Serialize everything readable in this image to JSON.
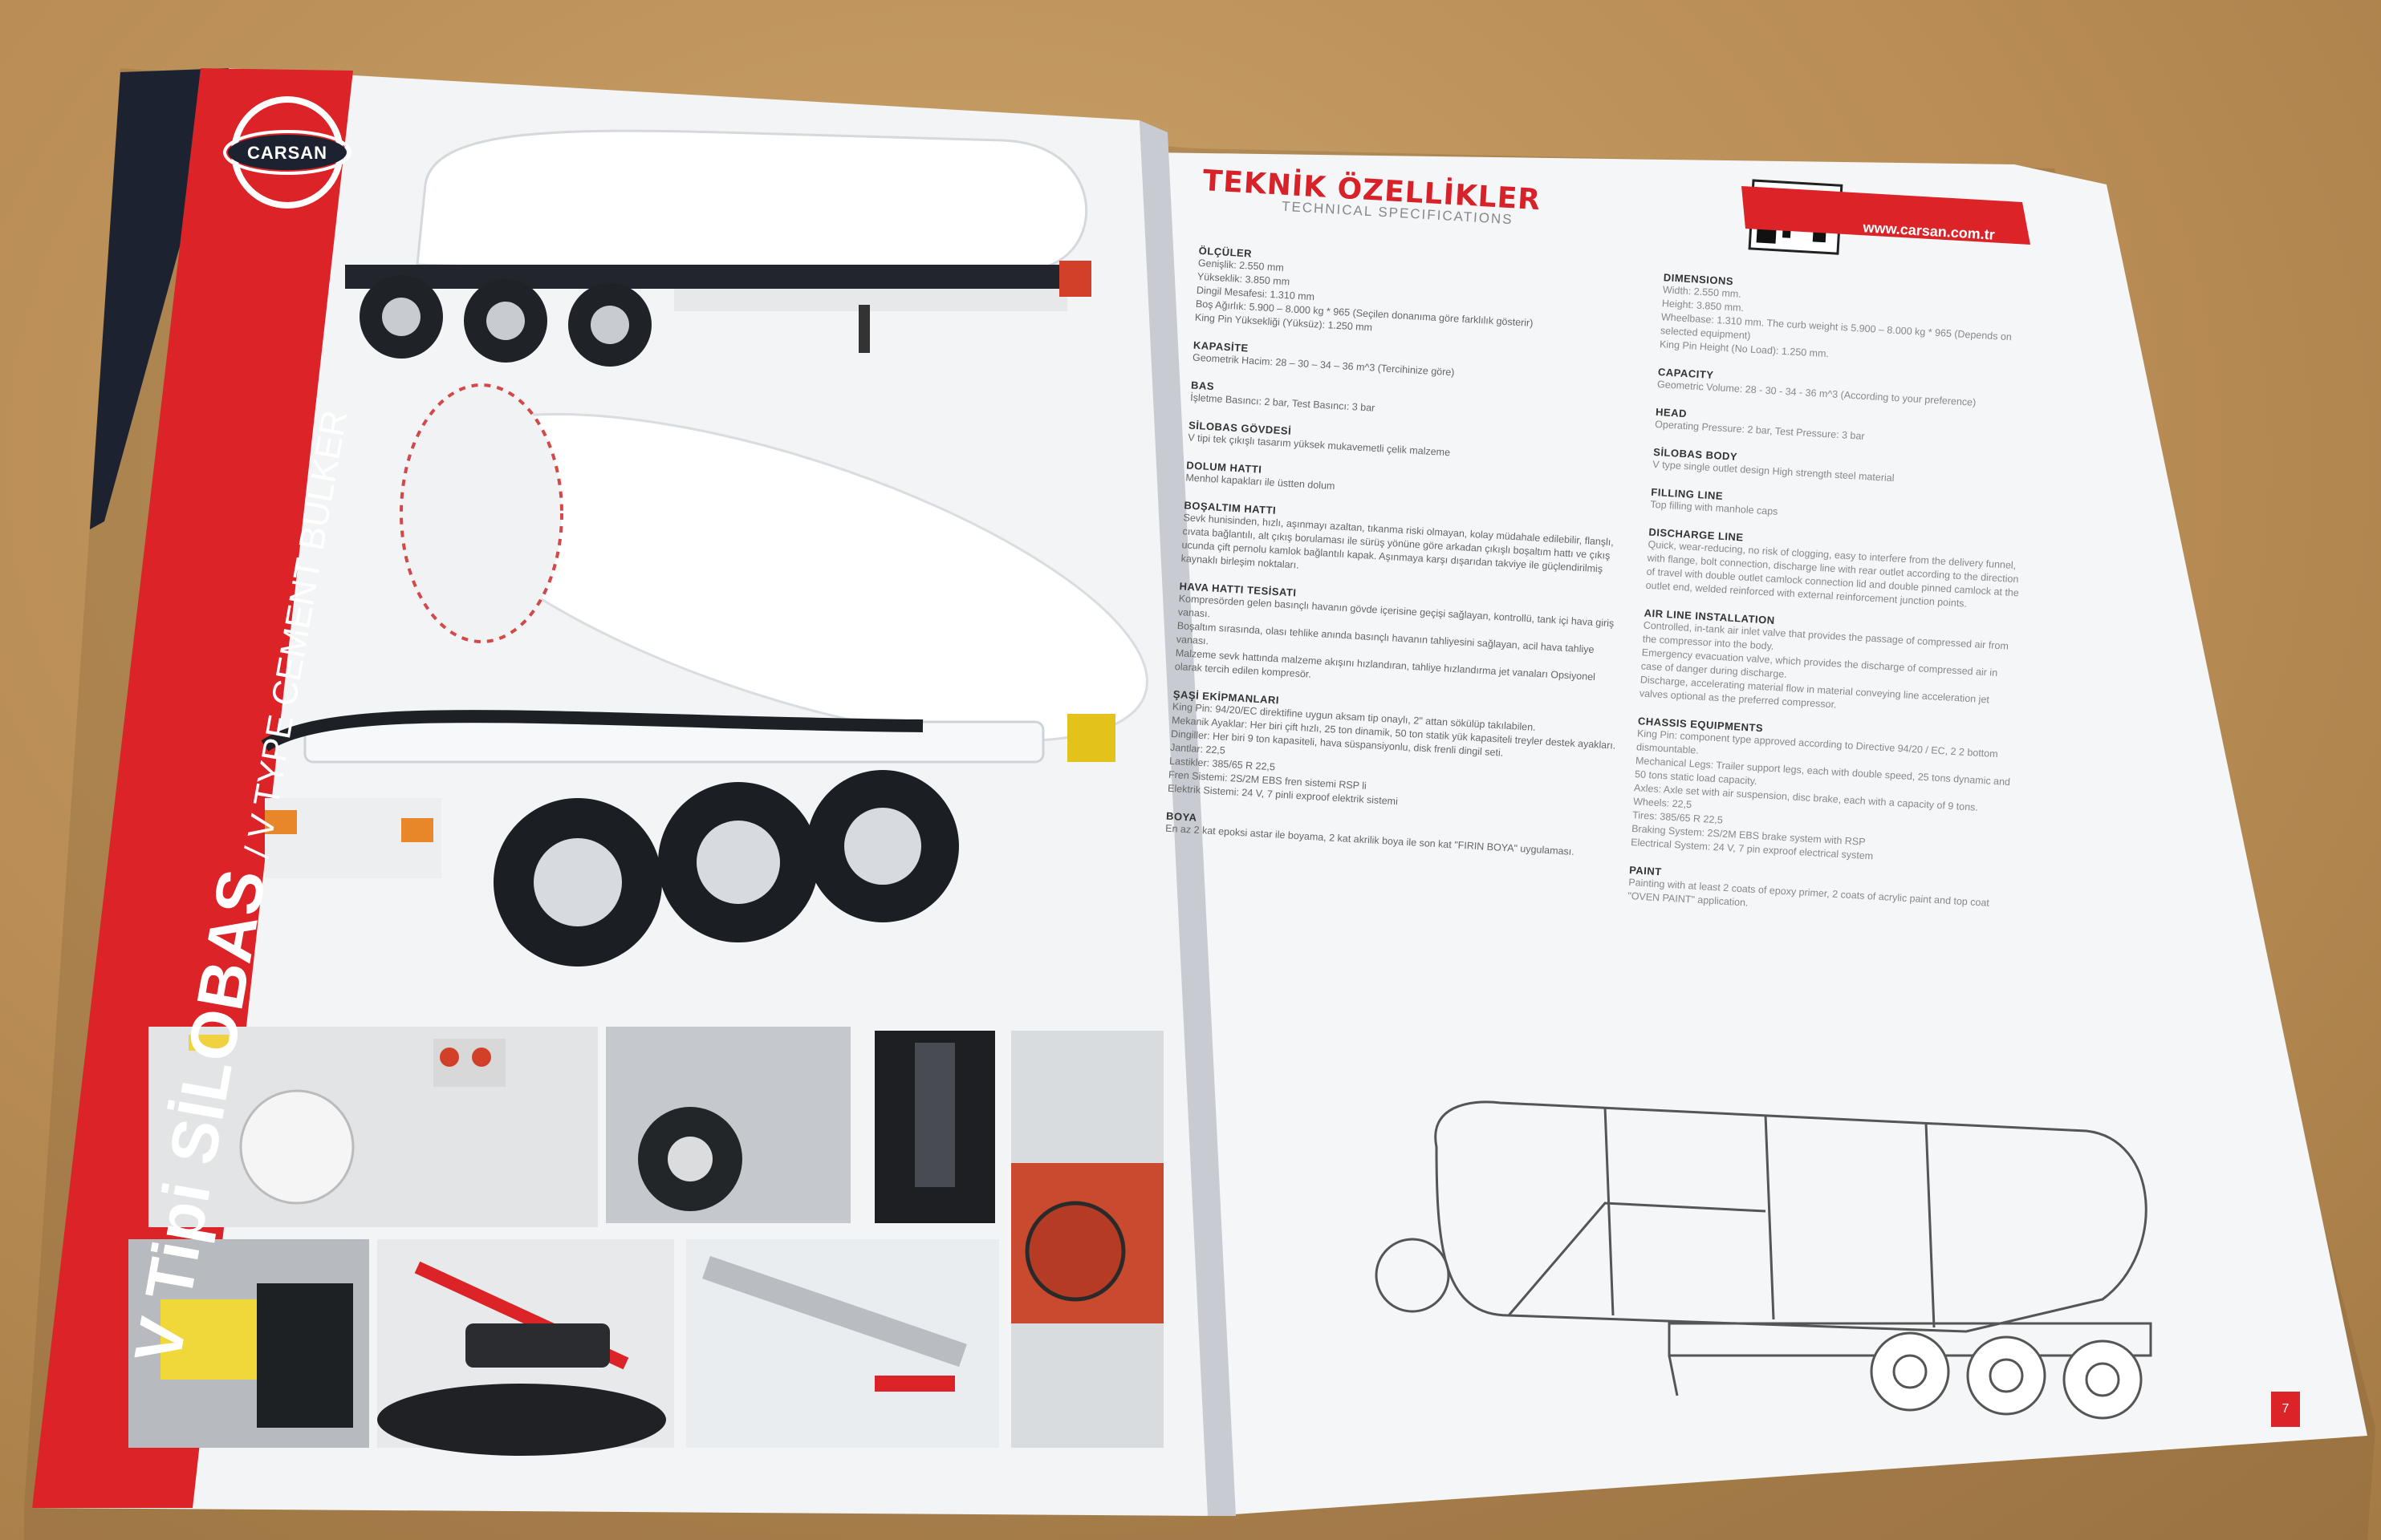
{
  "brand": {
    "logo_text": "CARSAN",
    "url": "www.carsan.com.tr",
    "accent": "#d8222a"
  },
  "left_page": {
    "title_tr": "V Tipi SİLOBAS",
    "title_en": "/ V TYPE CEMENT BULKER"
  },
  "right_page": {
    "title": "TEKNİK ÖZELLİKLER",
    "subtitle": "TECHNICAL SPECIFICATIONS",
    "page_number": "7",
    "specs_tr": [
      {
        "heading": "ÖLÇÜLER",
        "lines": [
          "Genişlik: 2.550 mm",
          "Yükseklik: 3.850 mm",
          "Dingil Mesafesi: 1.310 mm",
          "Boş Ağırlık: 5.900 – 8.000 kg * 965 (Seçilen donanıma göre farklılık gösterir)",
          "King Pin Yüksekliği (Yüksüz): 1.250 mm"
        ]
      },
      {
        "heading": "KAPASİTE",
        "lines": [
          "Geometrik Hacim: 28 – 30 – 34 – 36 m^3 (Tercihinize göre)"
        ]
      },
      {
        "heading": "BAS",
        "lines": [
          "İşletme Basıncı: 2 bar, Test Basıncı: 3 bar"
        ]
      },
      {
        "heading": "SİLOBAS GÖVDESİ",
        "lines": [
          "V tipi tek çıkışlı tasarım yüksek mukavemetli çelik malzeme"
        ]
      },
      {
        "heading": "DOLUM HATTI",
        "lines": [
          "Menhol kapakları ile üstten dolum"
        ]
      },
      {
        "heading": "BOŞALTIM HATTI",
        "lines": [
          "Sevk hunisinden, hızlı, aşınmayı azaltan, tıkanma riski olmayan, kolay müdahale edilebilir, flanşlı, cıvata bağlantılı, alt çıkış borulaması ile sürüş yönüne göre arkadan çıkışlı boşaltım hattı ve çıkış ucunda çift pernolu kamlok bağlantılı kapak. Aşınmaya karşı dışarıdan takviye ile güçlendirilmiş kaynaklı birleşim noktaları."
        ]
      },
      {
        "heading": "HAVA HATTI TESİSATI",
        "lines": [
          "Kompresörden gelen basınçlı havanın gövde içerisine geçişi sağlayan, kontrollü, tank içi hava giriş vanası.",
          "Boşaltım sırasında, olası tehlike anında basınçlı havanın tahliyesini sağlayan, acil hava tahliye vanası.",
          "Malzeme sevk hattında malzeme akışını hızlandıran, tahliye hızlandırma jet vanaları Opsiyonel olarak tercih edilen kompresör."
        ]
      },
      {
        "heading": "ŞAŞİ EKİPMANLARI",
        "lines": [
          "King Pin: 94/20/EC direktifine uygun aksam tip onaylı, 2\" attan sökülüp takılabilen.",
          "Mekanik Ayaklar: Her biri çift hızlı, 25 ton dinamik, 50 ton statik yük kapasiteli treyler destek ayakları.",
          "Dingiller: Her biri 9 ton kapasiteli, hava süspansiyonlu, disk frenli dingil seti.",
          "Jantlar: 22,5",
          "Lastikler: 385/65 R 22,5",
          "Fren Sistemi: 2S/2M EBS fren sistemi RSP li",
          "Elektrik Sistemi: 24 V, 7 pinli exproof elektrik sistemi"
        ]
      },
      {
        "heading": "BOYA",
        "lines": [
          "En az 2 kat epoksi astar ile boyama, 2 kat akrilik boya ile son kat \"FIRIN BOYA\" uygulaması."
        ]
      }
    ],
    "specs_en": [
      {
        "heading": "DIMENSIONS",
        "lines": [
          "Width: 2.550 mm.",
          "Height: 3.850 mm.",
          "Wheelbase: 1.310 mm. The curb weight is 5.900 – 8.000 kg * 965 (Depends on selected equipment)",
          "King Pin Height (No Load): 1.250 mm."
        ]
      },
      {
        "heading": "CAPACITY",
        "lines": [
          "Geometric Volume: 28 - 30 - 34 - 36 m^3 (According to your preference)"
        ]
      },
      {
        "heading": "HEAD",
        "lines": [
          "Operating Pressure: 2 bar, Test Pressure: 3 bar"
        ]
      },
      {
        "heading": "SİLOBAS BODY",
        "lines": [
          "V type single outlet design High strength steel material"
        ]
      },
      {
        "heading": "FILLING LINE",
        "lines": [
          "Top filling with manhole caps"
        ]
      },
      {
        "heading": "DISCHARGE LINE",
        "lines": [
          "Quick, wear-reducing, no risk of clogging, easy to interfere from the delivery funnel, with flange, bolt connection, discharge line with rear outlet according to the direction of travel with double outlet camlock connection lid and double pinned camlock at the outlet end, welded reinforced with external reinforcement junction points."
        ]
      },
      {
        "heading": "AIR LINE INSTALLATION",
        "lines": [
          "Controlled, in-tank air inlet valve that provides the passage of compressed air from the compressor into the body.",
          "Emergency evacuation valve, which provides the discharge of compressed air in case of danger during discharge.",
          "Discharge, accelerating material flow in material conveying line acceleration jet valves optional as the preferred compressor."
        ]
      },
      {
        "heading": "CHASSIS EQUIPMENTS",
        "lines": [
          "King Pin: component type approved according to Directive 94/20 / EC, 2 2 bottom dismountable.",
          "Mechanical Legs: Trailer support legs, each with double speed, 25 tons dynamic and 50 tons static load capacity.",
          "Axles: Axle set with air suspension, disc brake, each with a capacity of 9 tons.",
          "Wheels: 22,5",
          "Tires: 385/65 R 22,5",
          "Braking System: 2S/2M EBS brake system with RSP",
          "Electrical System: 24 V, 7 pin exproof electrical system"
        ]
      },
      {
        "heading": "PAINT",
        "lines": [
          "Painting with at least 2 coats of epoxy primer, 2 coats of acrylic paint and top coat \"OVEN PAINT\" application."
        ]
      }
    ]
  }
}
